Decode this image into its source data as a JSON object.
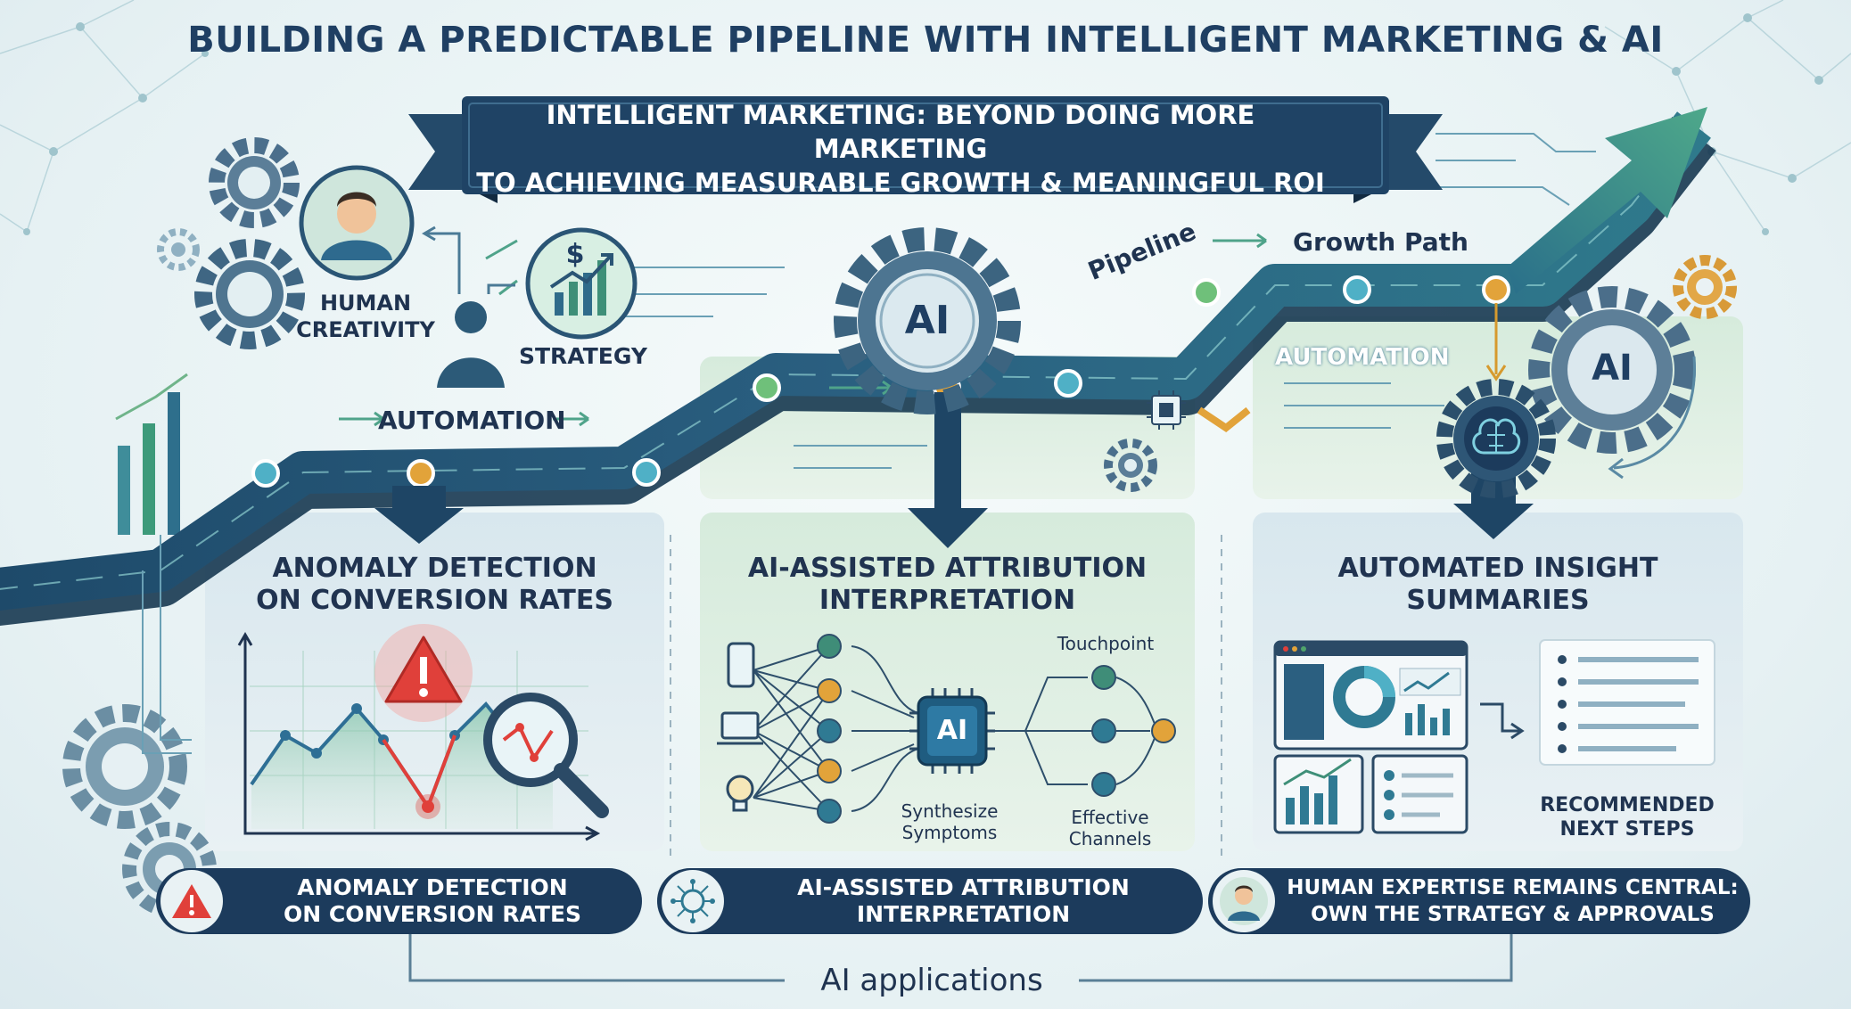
{
  "title": "BUILDING A PREDICTABLE PIPELINE WITH INTELLIGENT MARKETING & AI",
  "banner": {
    "line1": "INTELLIGENT MARKETING: BEYOND DOING MORE MARKETING",
    "line2": "TO ACHIEVING MEASURABLE GROWTH & MEANINGFUL ROI"
  },
  "labels": {
    "human_creativity_1": "HUMAN",
    "human_creativity_2": "CREATIVITY",
    "strategy": "STRATEGY",
    "automation_left": "AUTOMATION",
    "automation_right": "AUTOMATION",
    "pipeline": "Pipeline",
    "growth_path": "Growth Path",
    "ai_gear": "AI",
    "ai_gear_right": "AI",
    "ai_chip": "AI",
    "dollar": "$"
  },
  "panels": {
    "anomaly": {
      "line1": "ANOMALY DETECTION",
      "line2": "ON CONVERSION RATES"
    },
    "attribution": {
      "line1": "AI-ASSISTED ATTRIBUTION",
      "line2": "INTERPRETATION",
      "touchpoint": "Touchpoint",
      "synth1": "Synthesize",
      "synth2": "Symptoms",
      "eff1": "Effective",
      "eff2": "Channels"
    },
    "insight": {
      "line1": "AUTOMATED INSIGHT",
      "line2": "SUMMARIES",
      "rec1": "RECOMMENDED",
      "rec2": "NEXT STEPS"
    }
  },
  "pills": [
    {
      "line1": "ANOMALY DETECTION",
      "line2": "ON CONVERSION RATES"
    },
    {
      "line1": "AI-ASSISTED ATTRIBUTION",
      "line2": "INTERPRETATION"
    },
    {
      "line1": "HUMAN EXPERTISE REMAINS CENTRAL:",
      "line2": "OWN THE STRATEGY & APPROVALS"
    }
  ],
  "footer": "AI applications",
  "colors": {
    "navy": "#1c3b5c",
    "road": "#24506f",
    "teal": "#2f8a9a",
    "green": "#4fa36b",
    "gold": "#e2a33a",
    "alert": "#e0403a",
    "panel_green": "#d7ecdc",
    "panel_blue": "#dde9ef"
  }
}
